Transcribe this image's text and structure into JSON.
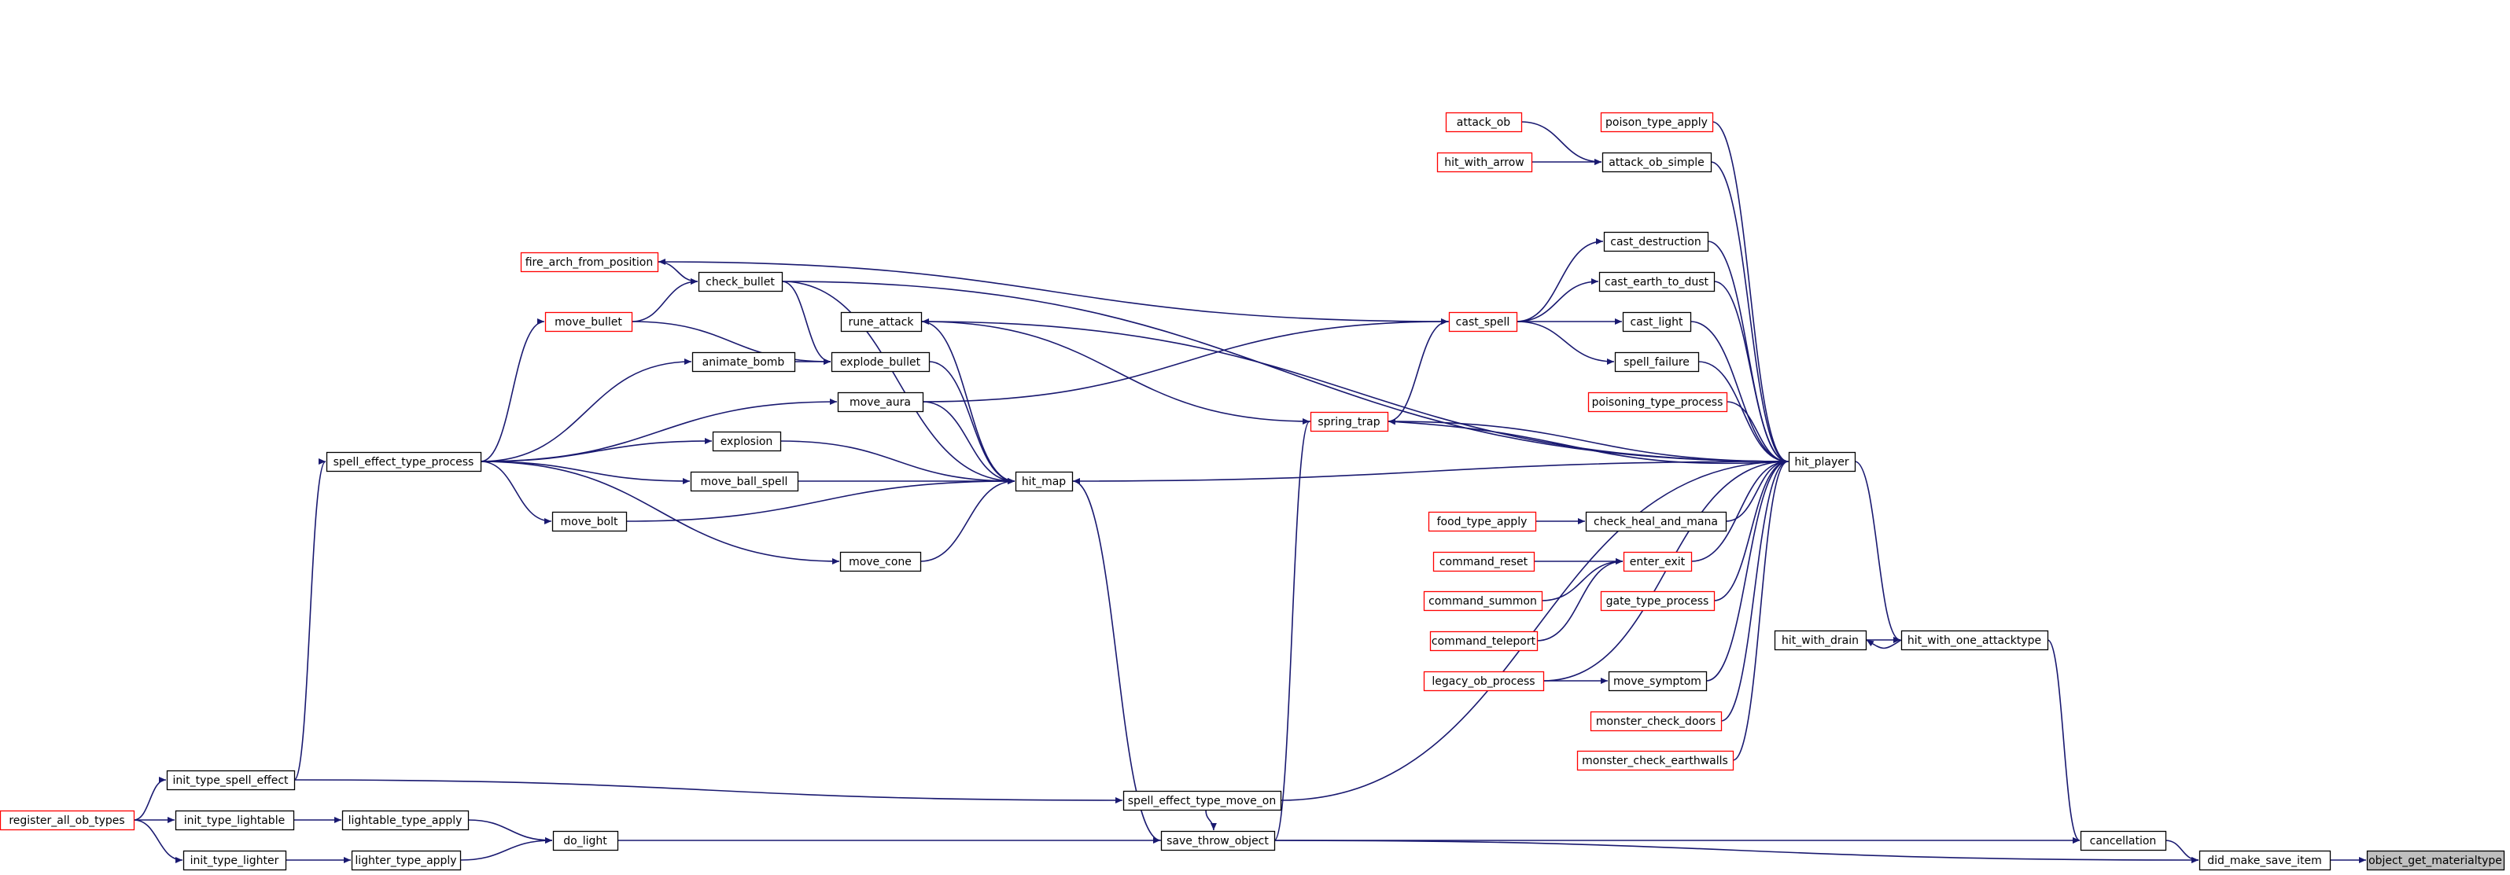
{
  "colors": {
    "edge": "#191970",
    "node_border": "#000000",
    "external_border": "#ff0000",
    "focus_fill": "#bfbfbf",
    "node_fill": "#ffffff",
    "text": "#000000"
  },
  "nodes": [
    {
      "id": "object_get_materialtype",
      "label": "object_get_materialtype",
      "kind": "focus"
    },
    {
      "id": "did_make_save_item",
      "label": "did_make_save_item",
      "kind": "normal"
    },
    {
      "id": "cancellation",
      "label": "cancellation",
      "kind": "normal"
    },
    {
      "id": "save_throw_object",
      "label": "save_throw_object",
      "kind": "normal"
    },
    {
      "id": "hit_with_one_attacktype",
      "label": "hit_with_one_attacktype",
      "kind": "normal"
    },
    {
      "id": "hit_with_drain",
      "label": "hit_with_drain",
      "kind": "normal"
    },
    {
      "id": "hit_player",
      "label": "hit_player",
      "kind": "normal"
    },
    {
      "id": "hit_map",
      "label": "hit_map",
      "kind": "normal"
    },
    {
      "id": "spring_trap",
      "label": "spring_trap",
      "kind": "external"
    },
    {
      "id": "cast_spell",
      "label": "cast_spell",
      "kind": "external"
    },
    {
      "id": "rune_attack",
      "label": "rune_attack",
      "kind": "normal"
    },
    {
      "id": "spell_effect_type_move_on",
      "label": "spell_effect_type_move_on",
      "kind": "normal"
    },
    {
      "id": "init_type_spell_effect",
      "label": "init_type_spell_effect",
      "kind": "normal"
    },
    {
      "id": "register_all_ob_types",
      "label": "register_all_ob_types",
      "kind": "external"
    },
    {
      "id": "do_light",
      "label": "do_light",
      "kind": "normal"
    },
    {
      "id": "lightable_type_apply",
      "label": "lightable_type_apply",
      "kind": "normal"
    },
    {
      "id": "lighter_type_apply",
      "label": "lighter_type_apply",
      "kind": "normal"
    },
    {
      "id": "init_type_lightable",
      "label": "init_type_lightable",
      "kind": "normal"
    },
    {
      "id": "init_type_lighter",
      "label": "init_type_lighter",
      "kind": "normal"
    },
    {
      "id": "spell_effect_type_process",
      "label": "spell_effect_type_process",
      "kind": "normal"
    },
    {
      "id": "move_bullet",
      "label": "move_bullet",
      "kind": "external"
    },
    {
      "id": "check_bullet",
      "label": "check_bullet",
      "kind": "normal"
    },
    {
      "id": "fire_arch_from_position",
      "label": "fire_arch_from_position",
      "kind": "external"
    },
    {
      "id": "animate_bomb",
      "label": "animate_bomb",
      "kind": "normal"
    },
    {
      "id": "explode_bullet",
      "label": "explode_bullet",
      "kind": "normal"
    },
    {
      "id": "move_aura",
      "label": "move_aura",
      "kind": "normal"
    },
    {
      "id": "explosion",
      "label": "explosion",
      "kind": "normal"
    },
    {
      "id": "move_ball_spell",
      "label": "move_ball_spell",
      "kind": "normal"
    },
    {
      "id": "move_bolt",
      "label": "move_bolt",
      "kind": "normal"
    },
    {
      "id": "move_cone",
      "label": "move_cone",
      "kind": "normal"
    },
    {
      "id": "attack_ob",
      "label": "attack_ob",
      "kind": "external"
    },
    {
      "id": "poison_type_apply",
      "label": "poison_type_apply",
      "kind": "external"
    },
    {
      "id": "hit_with_arrow",
      "label": "hit_with_arrow",
      "kind": "external"
    },
    {
      "id": "attack_ob_simple",
      "label": "attack_ob_simple",
      "kind": "normal"
    },
    {
      "id": "cast_destruction",
      "label": "cast_destruction",
      "kind": "normal"
    },
    {
      "id": "cast_earth_to_dust",
      "label": "cast_earth_to_dust",
      "kind": "normal"
    },
    {
      "id": "cast_light",
      "label": "cast_light",
      "kind": "normal"
    },
    {
      "id": "spell_failure",
      "label": "spell_failure",
      "kind": "normal"
    },
    {
      "id": "poisoning_type_process",
      "label": "poisoning_type_process",
      "kind": "external"
    },
    {
      "id": "food_type_apply",
      "label": "food_type_apply",
      "kind": "external"
    },
    {
      "id": "check_heal_and_mana",
      "label": "check_heal_and_mana",
      "kind": "normal"
    },
    {
      "id": "command_reset",
      "label": "command_reset",
      "kind": "external"
    },
    {
      "id": "enter_exit",
      "label": "enter_exit",
      "kind": "external"
    },
    {
      "id": "command_summon",
      "label": "command_summon",
      "kind": "external"
    },
    {
      "id": "command_teleport",
      "label": "command_teleport",
      "kind": "external"
    },
    {
      "id": "gate_type_process",
      "label": "gate_type_process",
      "kind": "external"
    },
    {
      "id": "legacy_ob_process",
      "label": "legacy_ob_process",
      "kind": "external"
    },
    {
      "id": "move_symptom",
      "label": "move_symptom",
      "kind": "normal"
    },
    {
      "id": "monster_check_doors",
      "label": "monster_check_doors",
      "kind": "external"
    },
    {
      "id": "monster_check_earthwalls",
      "label": "monster_check_earthwalls",
      "kind": "external"
    }
  ],
  "edges": [
    [
      "did_make_save_item",
      "object_get_materialtype"
    ],
    [
      "cancellation",
      "did_make_save_item"
    ],
    [
      "save_throw_object",
      "did_make_save_item"
    ],
    [
      "hit_with_one_attacktype",
      "cancellation"
    ],
    [
      "save_throw_object",
      "cancellation"
    ],
    [
      "hit_player",
      "hit_with_one_attacktype"
    ],
    [
      "hit_with_drain",
      "hit_with_one_attacktype"
    ],
    [
      "hit_with_one_attacktype",
      "hit_with_drain"
    ],
    [
      "hit_map",
      "hit_player"
    ],
    [
      "spring_trap",
      "hit_player"
    ],
    [
      "hit_player",
      "spring_trap"
    ],
    [
      "check_bullet",
      "hit_player"
    ],
    [
      "rune_attack",
      "hit_player"
    ],
    [
      "attack_ob_simple",
      "hit_player"
    ],
    [
      "poison_type_apply",
      "hit_player"
    ],
    [
      "cast_destruction",
      "hit_player"
    ],
    [
      "cast_earth_to_dust",
      "hit_player"
    ],
    [
      "cast_light",
      "hit_player"
    ],
    [
      "spell_failure",
      "hit_player"
    ],
    [
      "poisoning_type_process",
      "hit_player"
    ],
    [
      "check_heal_and_mana",
      "hit_player"
    ],
    [
      "enter_exit",
      "hit_player"
    ],
    [
      "gate_type_process",
      "hit_player"
    ],
    [
      "legacy_ob_process",
      "hit_player"
    ],
    [
      "move_symptom",
      "hit_player"
    ],
    [
      "monster_check_doors",
      "hit_player"
    ],
    [
      "monster_check_earthwalls",
      "hit_player"
    ],
    [
      "spell_effect_type_move_on",
      "hit_player"
    ],
    [
      "save_throw_object",
      "hit_map"
    ],
    [
      "save_throw_object",
      "spring_trap"
    ],
    [
      "spell_effect_type_move_on",
      "save_throw_object"
    ],
    [
      "do_light",
      "save_throw_object"
    ],
    [
      "init_type_spell_effect",
      "spell_effect_type_move_on"
    ],
    [
      "register_all_ob_types",
      "init_type_spell_effect"
    ],
    [
      "register_all_ob_types",
      "init_type_lightable"
    ],
    [
      "register_all_ob_types",
      "init_type_lighter"
    ],
    [
      "init_type_lightable",
      "lightable_type_apply"
    ],
    [
      "init_type_lighter",
      "lighter_type_apply"
    ],
    [
      "lightable_type_apply",
      "do_light"
    ],
    [
      "lighter_type_apply",
      "do_light"
    ],
    [
      "init_type_spell_effect",
      "spell_effect_type_process"
    ],
    [
      "spell_effect_type_process",
      "move_bullet"
    ],
    [
      "spell_effect_type_process",
      "animate_bomb"
    ],
    [
      "spell_effect_type_process",
      "move_aura"
    ],
    [
      "spell_effect_type_process",
      "explosion"
    ],
    [
      "spell_effect_type_process",
      "move_ball_spell"
    ],
    [
      "spell_effect_type_process",
      "move_bolt"
    ],
    [
      "spell_effect_type_process",
      "move_cone"
    ],
    [
      "move_bullet",
      "check_bullet"
    ],
    [
      "move_bullet",
      "explode_bullet"
    ],
    [
      "check_bullet",
      "explode_bullet"
    ],
    [
      "animate_bomb",
      "explode_bullet"
    ],
    [
      "fire_arch_from_position",
      "check_bullet"
    ],
    [
      "cast_spell",
      "fire_arch_from_position"
    ],
    [
      "explode_bullet",
      "hit_map"
    ],
    [
      "move_aura",
      "hit_map"
    ],
    [
      "explosion",
      "hit_map"
    ],
    [
      "move_ball_spell",
      "hit_map"
    ],
    [
      "move_bolt",
      "hit_map"
    ],
    [
      "move_cone",
      "hit_map"
    ],
    [
      "rune_attack",
      "hit_map"
    ],
    [
      "check_bullet",
      "hit_map"
    ],
    [
      "spring_trap",
      "rune_attack"
    ],
    [
      "spring_trap",
      "cast_spell"
    ],
    [
      "move_aura",
      "cast_spell"
    ],
    [
      "cast_spell",
      "cast_destruction"
    ],
    [
      "cast_spell",
      "cast_earth_to_dust"
    ],
    [
      "cast_spell",
      "cast_light"
    ],
    [
      "cast_spell",
      "spell_failure"
    ],
    [
      "attack_ob",
      "attack_ob_simple"
    ],
    [
      "hit_with_arrow",
      "attack_ob_simple"
    ],
    [
      "food_type_apply",
      "check_heal_and_mana"
    ],
    [
      "command_reset",
      "enter_exit"
    ],
    [
      "command_summon",
      "enter_exit"
    ],
    [
      "command_teleport",
      "enter_exit"
    ],
    [
      "legacy_ob_process",
      "move_symptom"
    ]
  ]
}
